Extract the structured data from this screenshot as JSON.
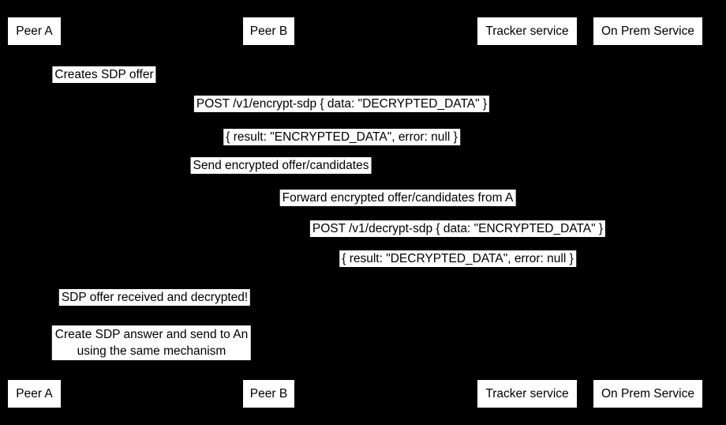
{
  "colors": {
    "background": "#000000",
    "label_background": "#ffffff",
    "text": "#000000"
  },
  "participants": [
    {
      "label": "Peer A"
    },
    {
      "label": "Peer B"
    },
    {
      "label": "Tracker service"
    },
    {
      "label": "On Prem Service"
    }
  ],
  "messages": [
    {
      "label": "Creates SDP offer"
    },
    {
      "label": "POST /v1/encrypt-sdp { data: \"DECRYPTED_DATA\" }"
    },
    {
      "label": "{ result: \"ENCRYPTED_DATA\", error: null }"
    },
    {
      "label": "Send encrypted offer/candidates"
    },
    {
      "label": "Forward encrypted offer/candidates from A"
    },
    {
      "label": "POST /v1/decrypt-sdp { data: \"ENCRYPTED_DATA\" }"
    },
    {
      "label": "{ result: \"DECRYPTED_DATA\", error: null }"
    },
    {
      "label": "SDP offer received and decrypted!"
    },
    {
      "label": "Create SDP answer and send to An using the same mechanism",
      "lines": [
        "Create SDP answer and send to An",
        "using the same mechanism"
      ]
    }
  ]
}
